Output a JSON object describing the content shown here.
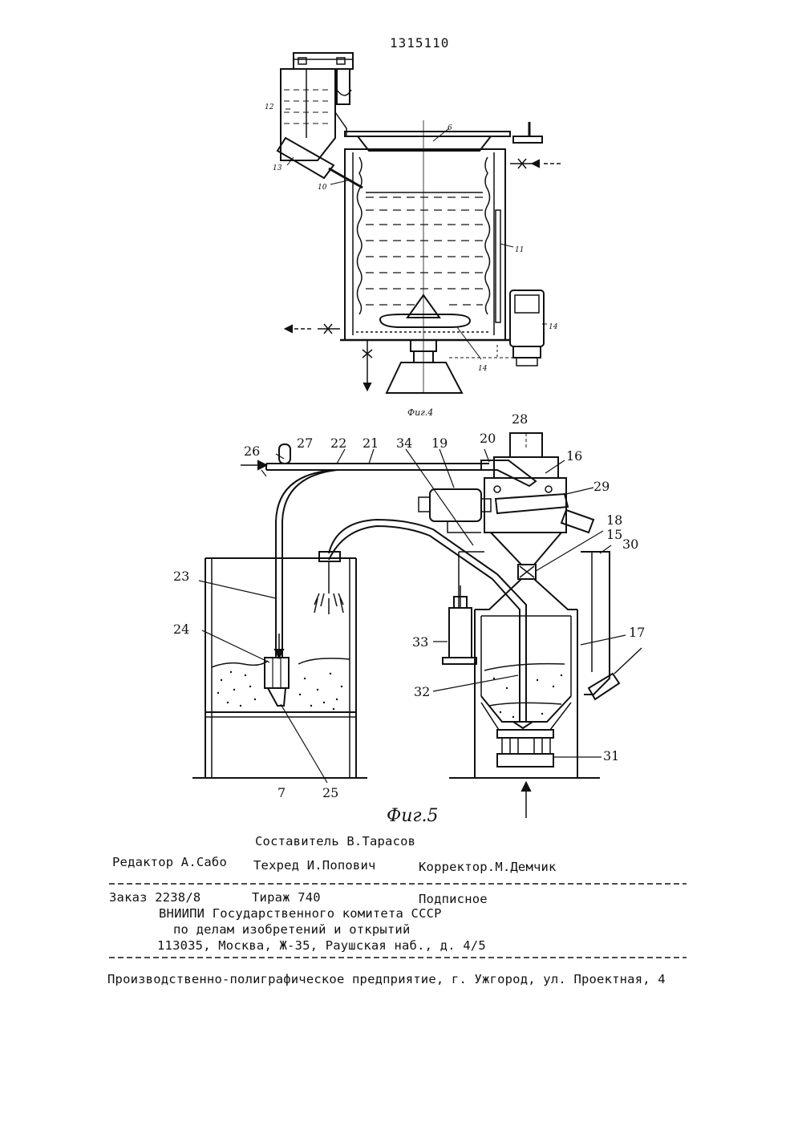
{
  "document_number": "1315110",
  "figures": {
    "fig4": {
      "caption": "Фиг.4",
      "labels": [
        "6",
        "12",
        "13",
        "10",
        "11",
        "14",
        "14"
      ]
    },
    "fig5": {
      "caption": "Фиг.5",
      "labels": [
        "28",
        "26",
        "27",
        "22",
        "21",
        "34",
        "19",
        "20",
        "16",
        "29",
        "18",
        "15",
        "30",
        "23",
        "24",
        "33",
        "17",
        "32",
        "31",
        "25",
        "7"
      ]
    }
  },
  "footer": {
    "compiler": "Составитель В.Тарасов",
    "editor": "Редактор А.Сабо",
    "techred": "Техред И.Попович",
    "corrector": "Корректор.М.Демчик",
    "order": "Заказ 2238/8",
    "circulation": "Тираж 740",
    "subscription": "Подписное",
    "org_line1": "ВНИИПИ Государственного комитета СССР",
    "org_line2": "по делам изобретений и  открытий",
    "org_line3": "113035, Москва, Ж-35, Раушская наб., д. 4/5",
    "printer": "Производственно-полиграфическое предприятие, г. Ужгород, ул. Проектная, 4"
  }
}
